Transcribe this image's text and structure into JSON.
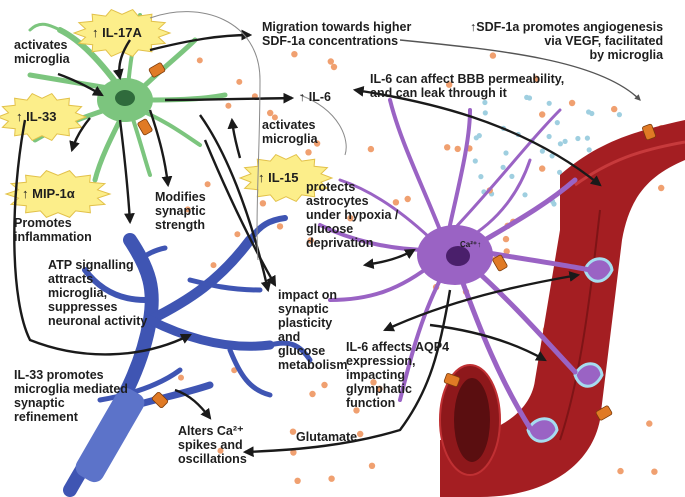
{
  "labels": {
    "activates_microglia_top": "activates\nmicroglia",
    "migration": "Migration towards higher\nSDF-1a concentrations",
    "sdf_angiogenesis": "↑SDF-1a promotes angiogenesis\nvia VEGF, facilitated\nby microglia",
    "il6_bbb": "IL-6 can affect BBB permeability,\nand can leak through it",
    "il6_arrow": "↑ IL-6",
    "activates_microglia_mid": "activates\nmicroglia",
    "promotes_inflammation": "Promotes\ninflammation",
    "modifies_synaptic": "Modifies\nsynaptic\nstrength",
    "protects_astrocytes": "protects\nastrocytes\nunder hypoxia /\nglucose\ndeprivation",
    "atp_signalling": "ATP signalling\nattracts\nmicroglia,\nsuppresses\nneuronal activity",
    "impact_plasticity": "impact on\nsynaptic\nplasticity\nand\nglucose\nmetabolism",
    "il6_aqp4": "IL-6 affects AQP4\nexpression,\nimpacting\nglymphatic\nfunction",
    "il33_refinement": "IL-33 promotes\nmicroglia mediated\nsynaptic\nrefinement",
    "alters_ca": "Alters Ca²⁺\nspikes and\noscillations",
    "glutamate": "Glutamate",
    "ca_up": "Ca²⁺↑"
  },
  "badges": {
    "il17a": "↑ IL-17A",
    "il33": "↑ IL-33",
    "mip1a": "↑ MIP-1α",
    "il15": "↑ IL-15"
  },
  "colors": {
    "microglia": "#7cc57e",
    "microglia_nucleus": "#2f6b3c",
    "neuron": "#3f55b3",
    "astrocyte": "#9a63c4",
    "astrocyte_nucleus": "#4a1f6b",
    "vessel": "#a41e22",
    "vessel_inner": "#6e1214",
    "endfoot": "#a6dcef",
    "badge_fill": "#fcee8a",
    "receptor": "#e07a25",
    "dot_orange": "#f0a070",
    "dot_blue": "#9fcfe0",
    "arrow": "#1a1a1a"
  }
}
